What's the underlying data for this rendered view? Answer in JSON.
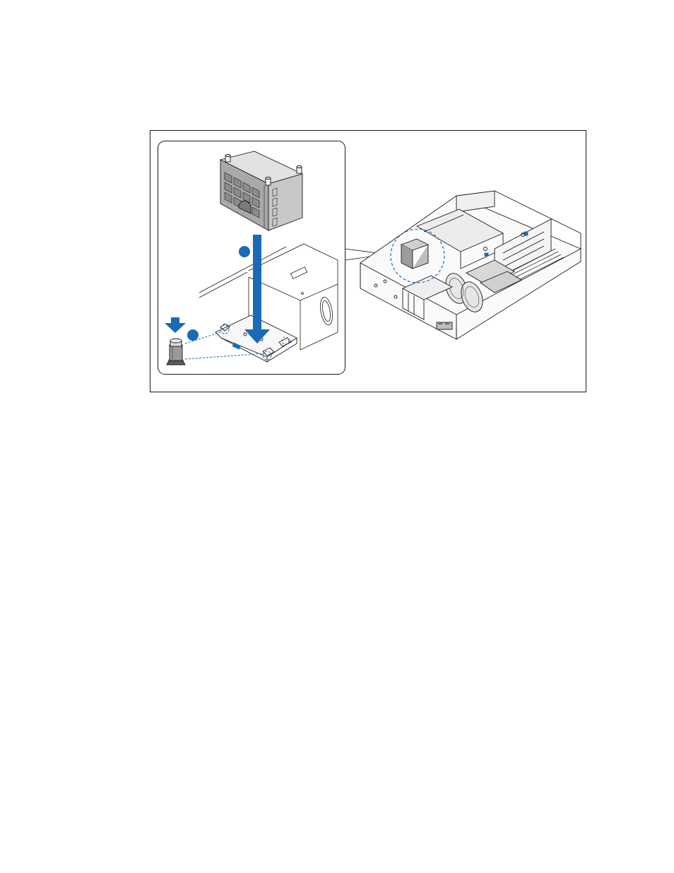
{
  "figure": {
    "kind": "technical-illustration",
    "step_markers": [
      {
        "id": "step-marker-1",
        "label": ""
      },
      {
        "id": "step-marker-2",
        "label": ""
      }
    ],
    "colors": {
      "accent": "#1a6ab5",
      "line": "#1a1a1a",
      "metal_light": "#f2f2f2",
      "metal_mid": "#d4d4d4",
      "metal_dark": "#8c8c8c"
    }
  }
}
